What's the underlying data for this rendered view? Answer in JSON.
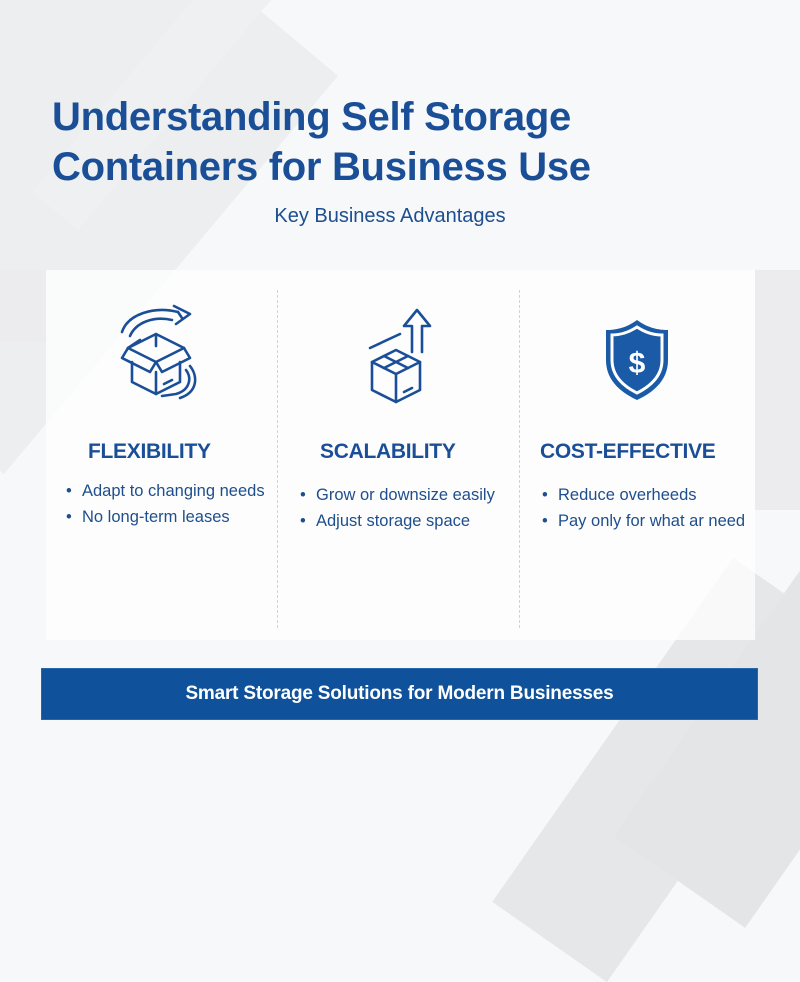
{
  "header": {
    "title_line1": "Understanding Self Storage",
    "title_line2": "Containers for Business Use",
    "subtitle": "Key Business Advantages"
  },
  "features": [
    {
      "icon": "box-cycle-icon",
      "title": "FLEXIBILITY",
      "bullets": [
        "Adapt to changing needs",
        "No long-term leases"
      ]
    },
    {
      "icon": "box-up-arrow-icon",
      "title": "SCALABILITY",
      "bullets": [
        "Grow or downsize easily",
        "Adjust storage space"
      ]
    },
    {
      "icon": "shield-dollar-icon",
      "title": "COST-EFFECTIVE",
      "bullets": [
        "Reduce overheeds",
        "Pay only for what ar need"
      ]
    }
  ],
  "banner": {
    "text": "Smart Storage Solutions for Modern Businesses"
  },
  "colors": {
    "primary_blue": "#1a4f98",
    "banner_blue": "#0f529b",
    "background": "#f7f8f9"
  }
}
